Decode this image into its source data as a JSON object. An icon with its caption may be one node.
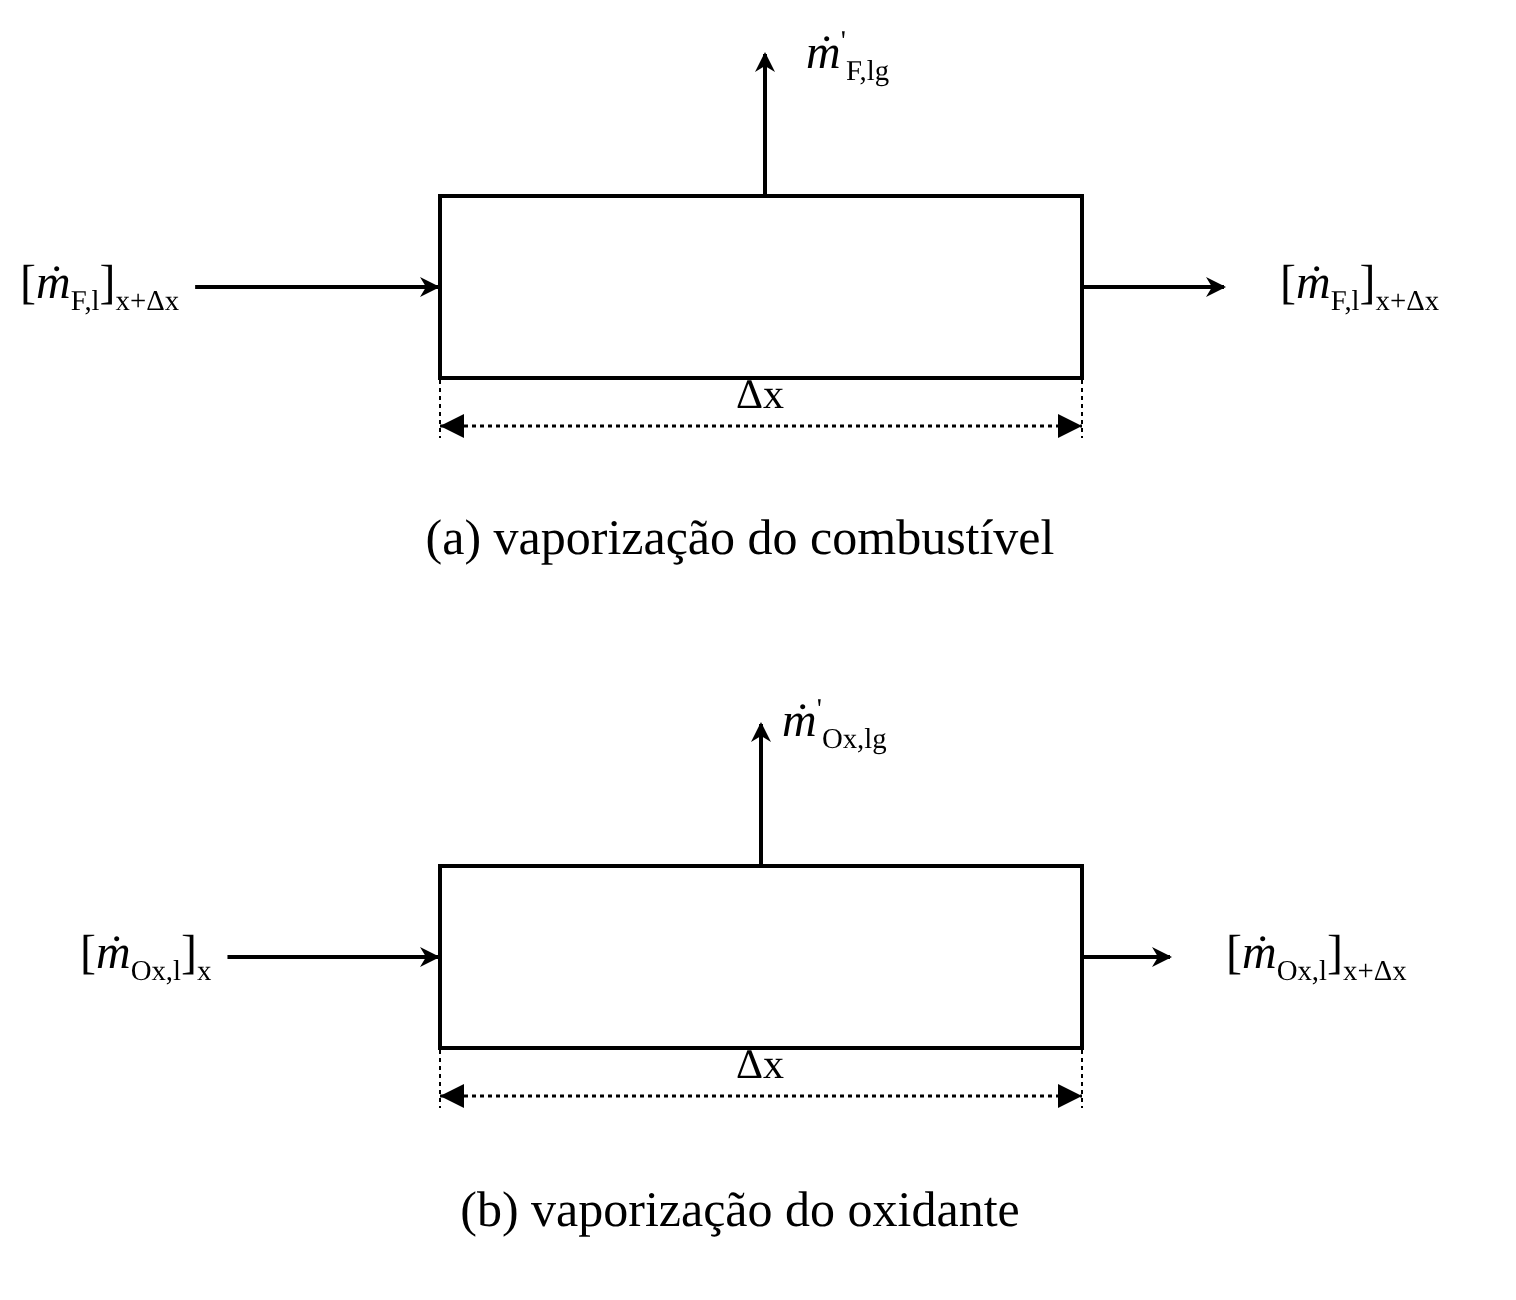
{
  "diagram": {
    "nodes": [
      {
        "text": [],
        "shape": "box"
      },
      {
        "text": [
          "[*ṁ*$_{F,l}$]$_{x+Δx}$"
        ]
      },
      {
        "text": [
          "[*ṁ*$_{F,l}$]$_{x+Δx}$"
        ]
      },
      {
        "text": [
          "*ṁ*$^{'}$$_{F,lg}$"
        ]
      },
      {
        "text": [],
        "shape": "box"
      },
      {
        "text": [
          "[*ṁ*$_{Ox,l}$]$_{x}$"
        ]
      },
      {
        "text": [
          "[*ṁ*$_{Ox,l}$]$_{x+Δx}$"
        ]
      },
      {
        "text": [
          "*ṁ*$^{'}$$_{Ox,lg}$"
        ]
      }
    ],
    "edges": [
      {
        "from": 1,
        "to": 0,
        "arrow": "to"
      },
      {
        "from": 0,
        "to": 2,
        "arrow": "to"
      },
      {
        "from": 0,
        "to": 3,
        "arrow": "to"
      },
      {
        "from": 5,
        "to": 4,
        "arrow": "to"
      },
      {
        "from": 4,
        "to": 6,
        "arrow": "to"
      },
      {
        "from": 4,
        "to": 7,
        "arrow": "to"
      }
    ],
    "labels": [
      "Δx",
      "(a) vaporização do combustível",
      "Δx",
      "(b) vaporização do oxidante"
    ]
  }
}
